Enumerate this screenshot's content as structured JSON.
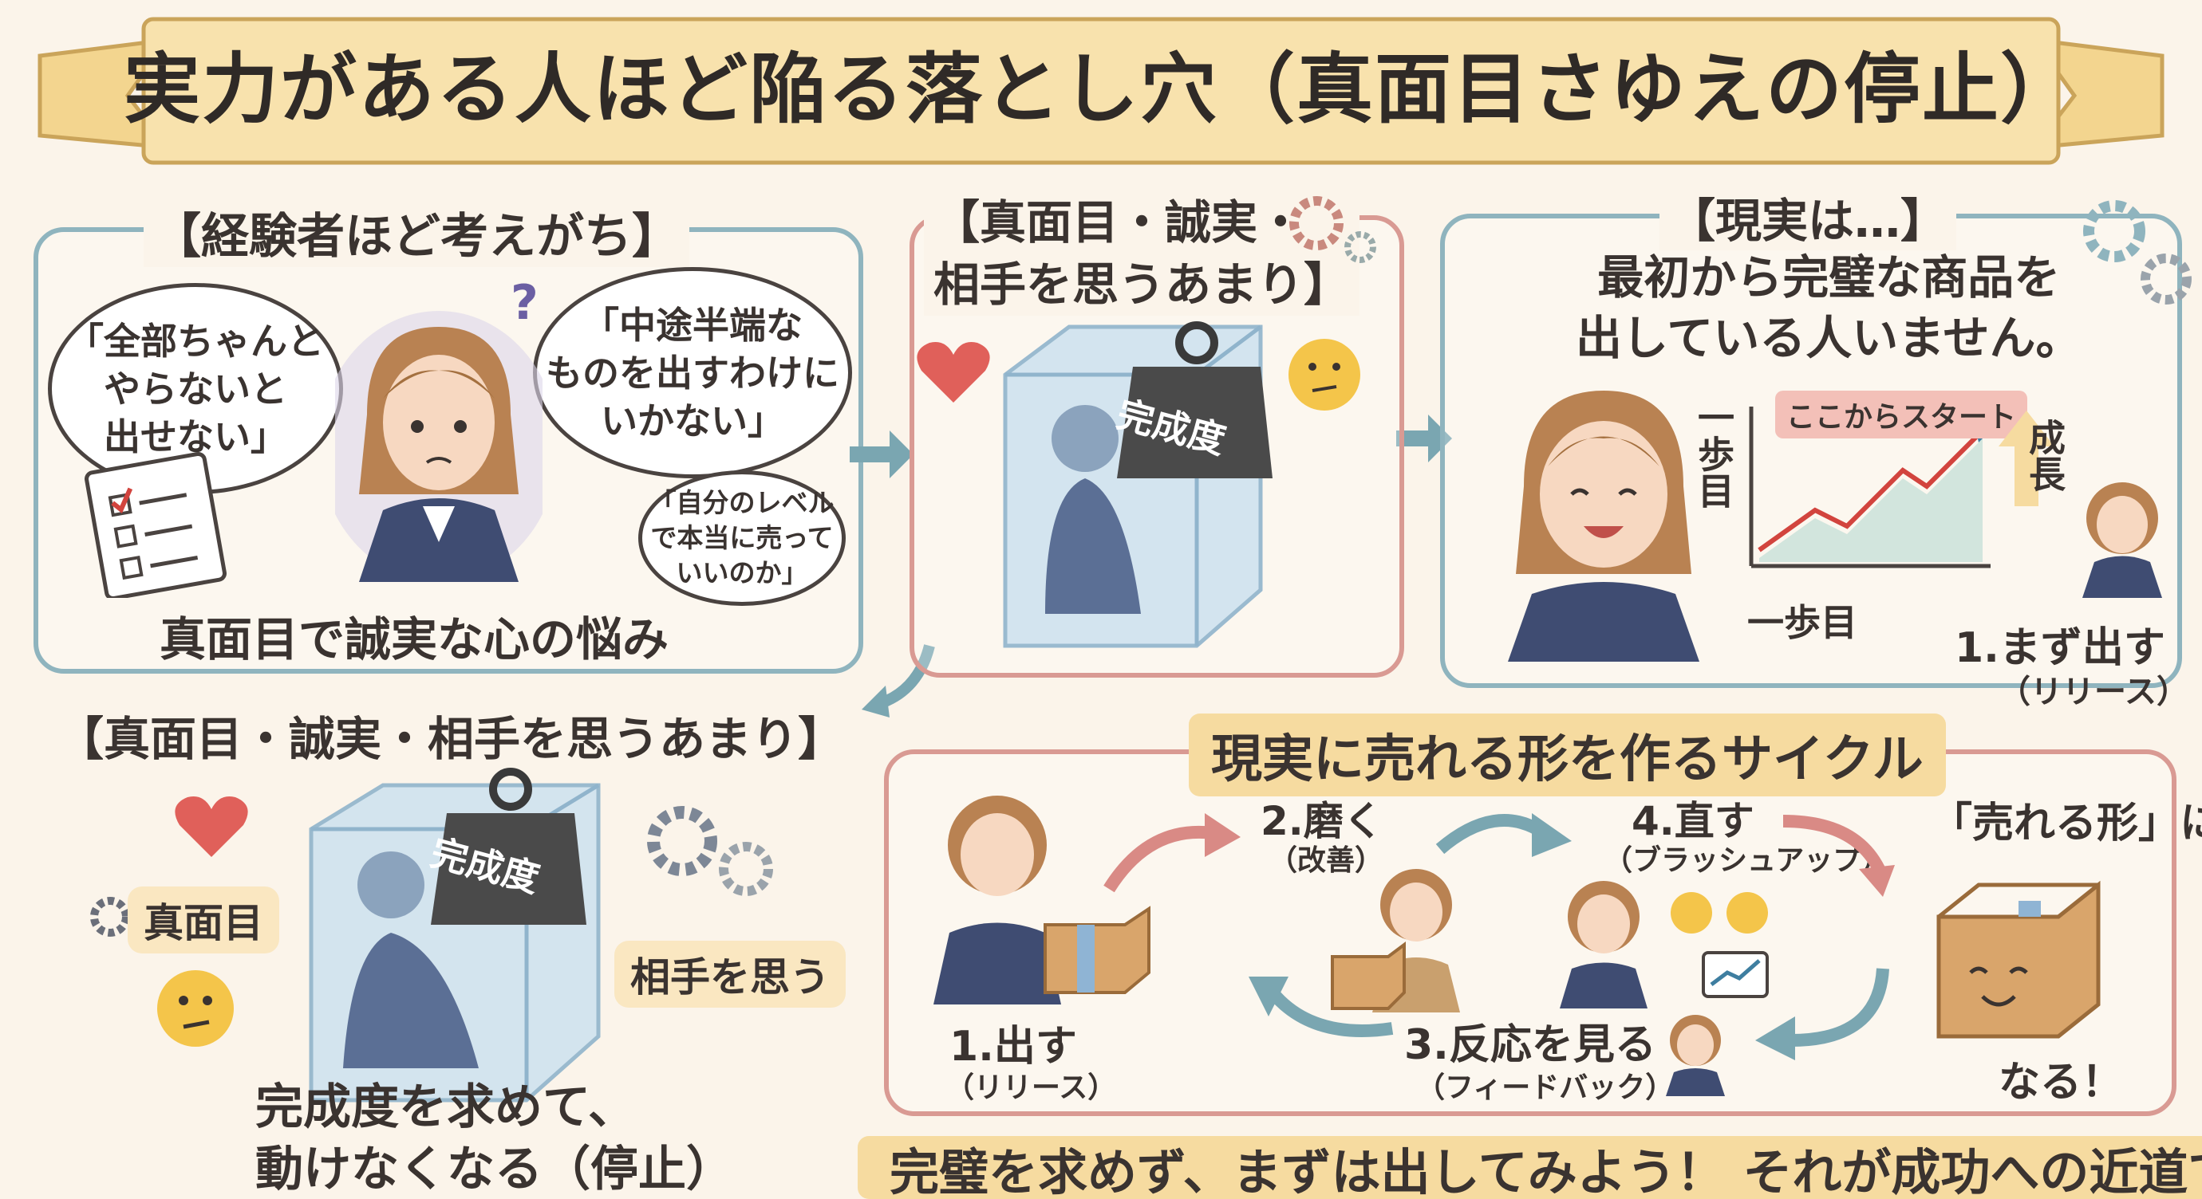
{
  "title": "実力がある人ほど陥る落とし穴（真面目さゆえの停止）",
  "panel1": {
    "heading": "【経験者ほど考えがち】",
    "bubble1": "「全部ちゃんと\nやらないと\n出せない」",
    "bubble2": "「中途半端な\nものを出すわけに\nいかない」",
    "bubble3": "「自分のレベル\nで本当に売って\nいいのか」",
    "caption": "真面目で誠実な心の悩み",
    "question_mark": "?"
  },
  "panel2": {
    "heading": "【真面目・誠実・\n相手を思うあまり】",
    "weight_label": "完成度"
  },
  "panel3": {
    "heading": "【現実は…】",
    "text": "最初から完璧な商品を\n出している人いません。",
    "step_vertical": "一歩目",
    "start_tag": "ここからスタート",
    "first_step": "一歩目",
    "growth": "成長",
    "release_label": "1.まず出す",
    "release_sub": "（リリース）"
  },
  "panel4": {
    "heading": "【真面目・誠実・相手を思うあまり】",
    "weight_label": "完成度",
    "tag_serious": "真面目",
    "tag_others": "相手を思う",
    "caption": "完成度を求めて、\n動けなくなる（停止）"
  },
  "panel5": {
    "heading": "現実に売れる形を作るサイクル",
    "step1": "1.出す",
    "step1_sub": "（リリース）",
    "step2": "2.磨く",
    "step2_sub": "（改善）",
    "step3": "3.反応を見る",
    "step3_sub": "（フィードバック）",
    "step4": "4.直す",
    "step4_sub": "（ブラッシュアップ）",
    "result_top": "「売れる形」に",
    "result_bottom": "なる！"
  },
  "footer": "完璧を求めず、まずは出してみよう！ それが成功への近道です"
}
